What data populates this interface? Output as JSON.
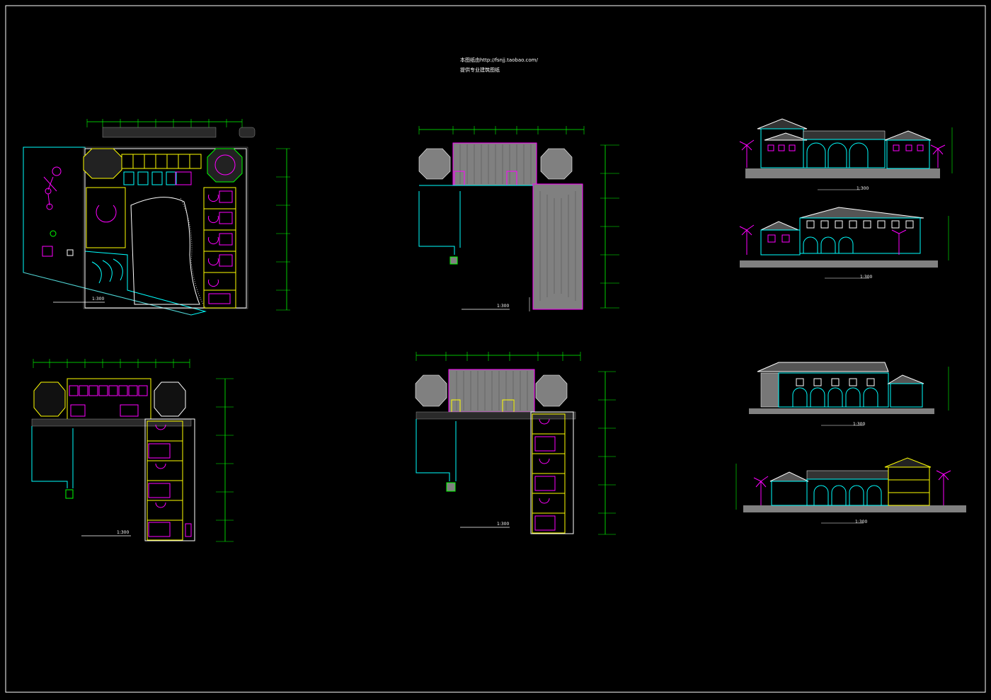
{
  "header": {
    "line1": "本图纸由http://fsnjj.taobao.com/",
    "line2": "提供专业建筑图纸"
  },
  "colors": {
    "background": "#000000",
    "cyan": "#00ffff",
    "yellow": "#ffff00",
    "green": "#00ff00",
    "magenta": "#ff00ff",
    "white": "#ffffff",
    "gray": "#808080"
  },
  "drawings": {
    "site_plan": {
      "scale": "1:300"
    },
    "roof_plan": {
      "scale": "1:300"
    },
    "first_floor_plan": {
      "scale": "1:300"
    },
    "second_floor_plan": {
      "scale": "1:300"
    },
    "elevation_1": {
      "scale": "1:300"
    },
    "elevation_2": {
      "scale": "1:300"
    },
    "elevation_3": {
      "scale": "1:300"
    },
    "section_1": {
      "scale": "1:300"
    }
  }
}
